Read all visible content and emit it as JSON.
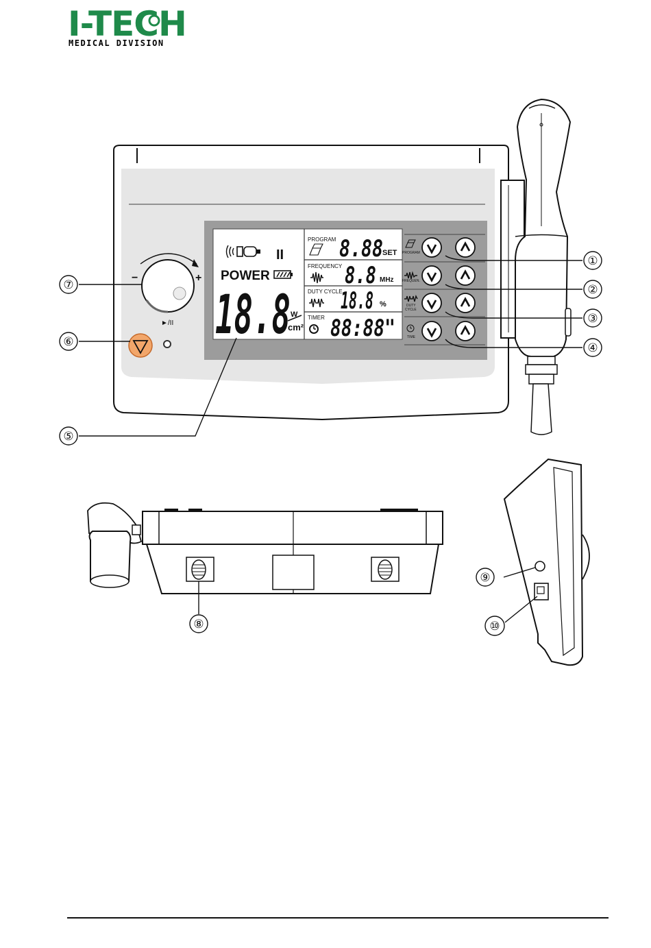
{
  "logo": {
    "brand": "I-TECH",
    "division": "MEDICAL DIVISION"
  },
  "display": {
    "power_label": "POWER",
    "power_value": "18.8",
    "power_unit_top": "W",
    "power_unit_bottom": "cm²",
    "pause_symbol": "II",
    "play_pause_label": "►/II",
    "program_label": "PROGRAM",
    "program_value": "8.88",
    "program_unit": "SET",
    "frequency_label": "FREQUENCY",
    "frequency_value": "8.8",
    "frequency_unit": "MHz",
    "duty_label": "DUTY CYCLE",
    "duty_value": "18.8",
    "duty_unit": "%",
    "timer_label": "TIMER",
    "timer_value": "88:88\""
  },
  "side_labels": {
    "program": "PROGRAM",
    "frequency": "FREQUEN.",
    "duty_1": "DUTY",
    "duty_2": "CYCLE",
    "time": "TIME"
  },
  "knob": {
    "minus": "−",
    "plus": "+"
  },
  "callouts": [
    "①",
    "②",
    "③",
    "④",
    "⑤",
    "⑥",
    "⑦",
    "⑧",
    "⑨",
    "⑩"
  ]
}
